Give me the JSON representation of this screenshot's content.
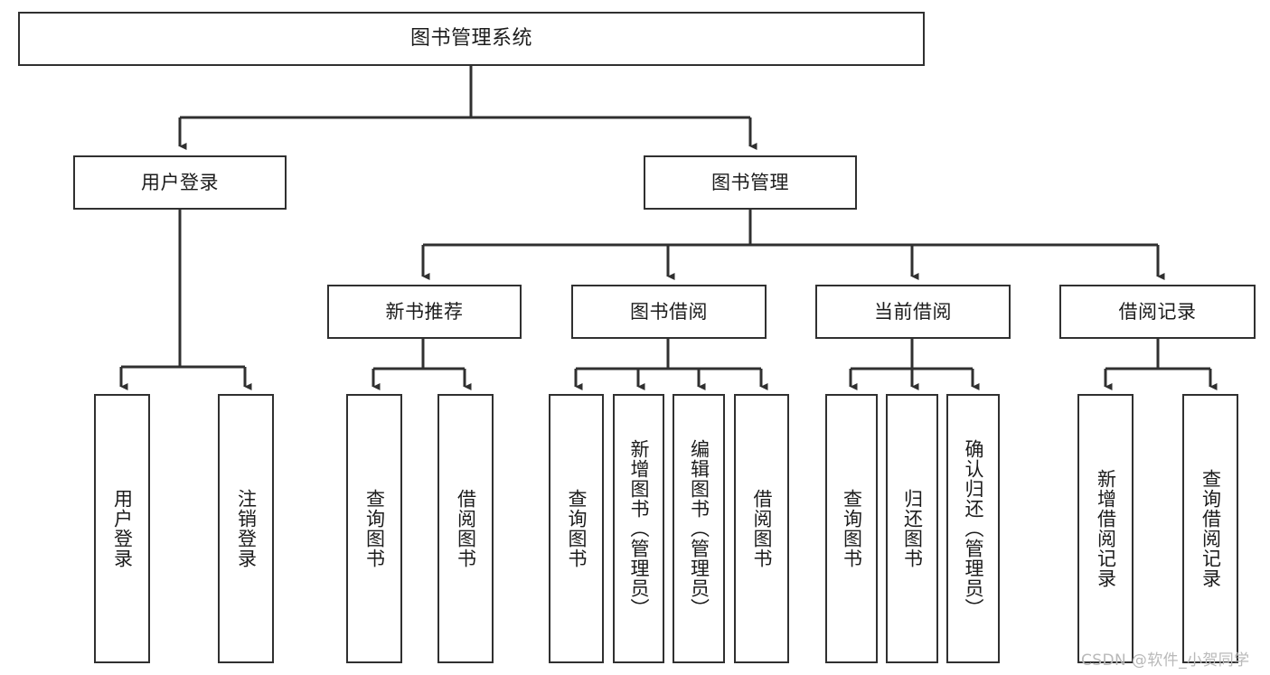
{
  "diagram": {
    "title": "图书管理系统",
    "type": "tree-hierarchy",
    "root": {
      "label": "图书管理系统"
    },
    "level2": [
      {
        "label": "用户登录"
      },
      {
        "label": "图书管理"
      }
    ],
    "level3": [
      {
        "label": "新书推荐"
      },
      {
        "label": "图书借阅"
      },
      {
        "label": "当前借阅"
      },
      {
        "label": "借阅记录"
      }
    ],
    "leaves": {
      "user_login": [
        {
          "label": "用户登录"
        },
        {
          "label": "注销登录"
        }
      ],
      "new_book_recommend": [
        {
          "label": "查询图书"
        },
        {
          "label": "借阅图书"
        }
      ],
      "book_borrow": [
        {
          "label": "查询图书"
        },
        {
          "label": "新增图书（管理员）"
        },
        {
          "label": "编辑图书（管理员）"
        },
        {
          "label": "借阅图书"
        }
      ],
      "current_borrow": [
        {
          "label": "查询图书"
        },
        {
          "label": "归还图书"
        },
        {
          "label": "确认归还（管理员）"
        }
      ],
      "borrow_record": [
        {
          "label": "新增借阅记录"
        },
        {
          "label": "查询借阅记录"
        }
      ]
    }
  },
  "watermark": {
    "text": "CSDN @软件_小贺同学"
  },
  "colors": {
    "border": "#303030",
    "background": "#ffffff",
    "text": "#1c1c1c",
    "watermark": "#b9b9b9"
  }
}
